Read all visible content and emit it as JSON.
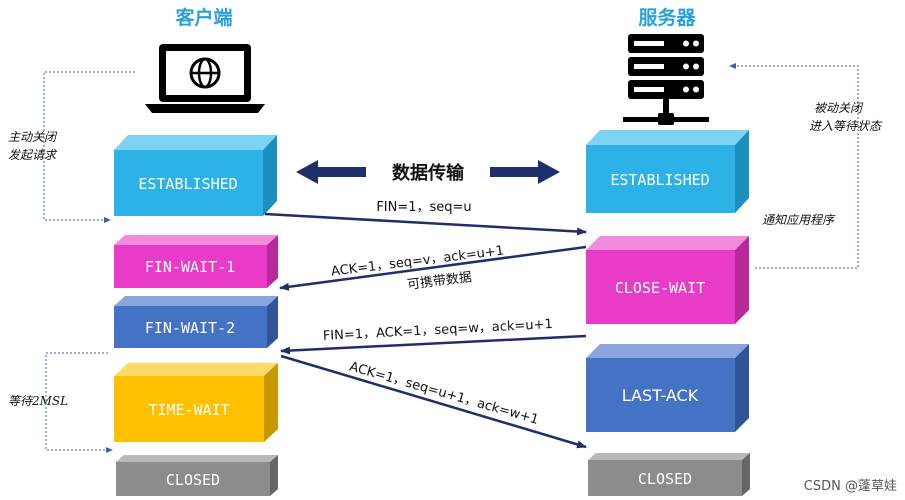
{
  "client": {
    "title": "客户端"
  },
  "server": {
    "title": "服务器"
  },
  "center_label": "数据传输",
  "client_states": [
    "ESTABLISHED",
    "FIN-WAIT-1",
    "FIN-WAIT-2",
    "TIME-WAIT",
    "CLOSED"
  ],
  "server_states": [
    "ESTABLISHED",
    "CLOSE-WAIT",
    "LAST-ACK",
    "CLOSED"
  ],
  "messages": {
    "fin1": "FIN=1，seq=u",
    "ack1": "ACK=1，seq=v，ack=u+1",
    "ack1_note": "可携带数据",
    "fin2": "FIN=1，ACK=1，seq=w，ack=u+1",
    "ack2": "ACK=1，seq=u+1，ack=w+1"
  },
  "notes": {
    "active_close_1": "主动关闭",
    "active_close_2": "发起请求",
    "passive_close_1": "被动关闭",
    "passive_close_2": "进入等待状态",
    "notify_app": "通知应用程序",
    "wait_2msl": "等待2MSL"
  },
  "watermark": "CSDN @蓬草娃",
  "colors": {
    "established": "#2db2e8",
    "fin_wait_1": "#e83cc8",
    "fin_wait_2": "#4472c4",
    "time_wait": "#ffc000",
    "closed": "#8c8c8c",
    "close_wait": "#e83cc8",
    "last_ack": "#4472c4",
    "title": "#2aa0d8",
    "arrow": "#1f2f6b",
    "dotted": "#3f5fb0"
  }
}
